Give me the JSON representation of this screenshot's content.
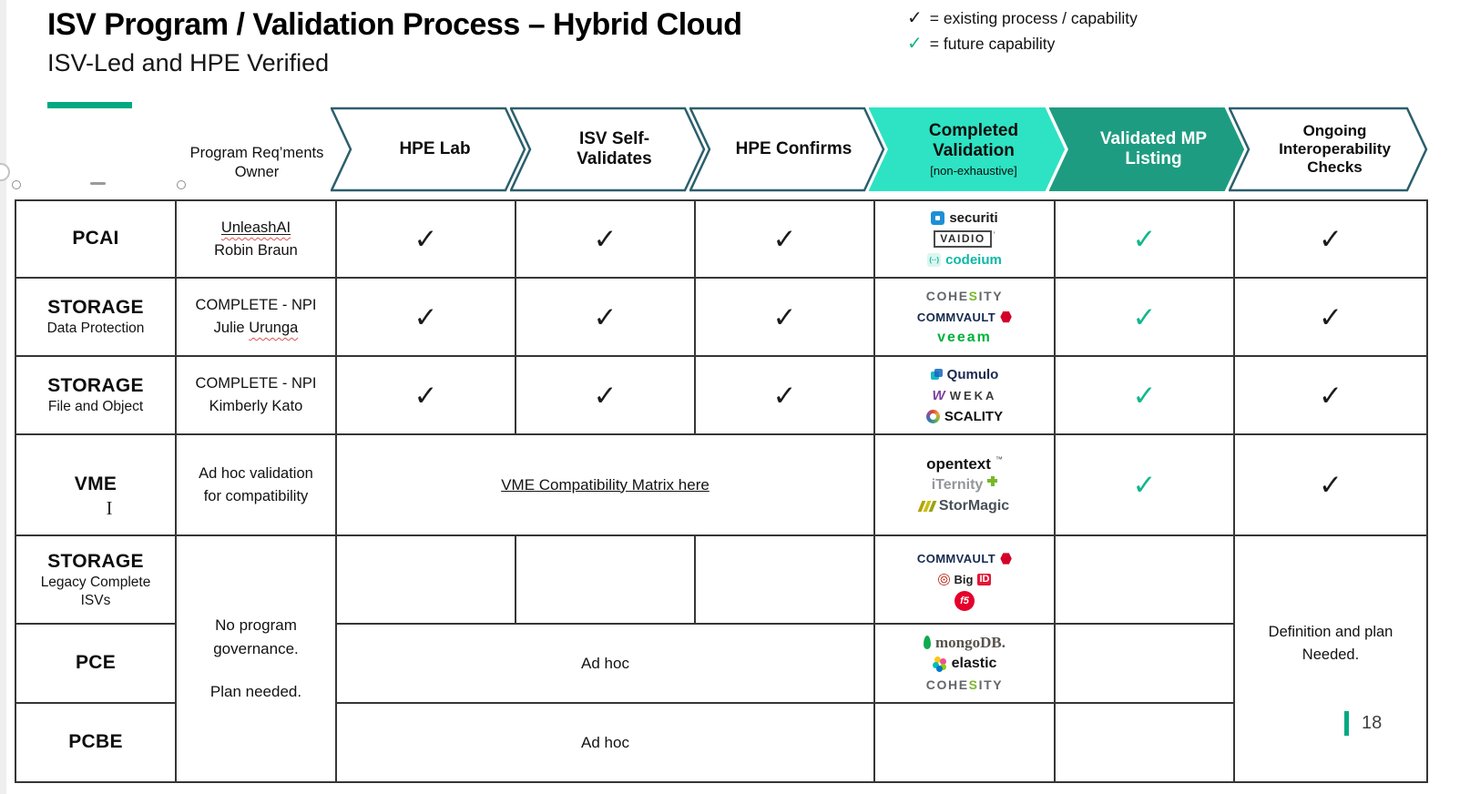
{
  "slide": {
    "title": "ISV Program / Validation Process – Hybrid Cloud",
    "subtitle": "ISV-Led and HPE Verified",
    "page_number": "18"
  },
  "legend": {
    "existing_label": "= existing process / capability",
    "future_label": "= future capability"
  },
  "icons": {
    "check": "✓",
    "text_cursor": "I",
    "codeium_icon": "(··)",
    "weka_icon": "W",
    "f5_icon": "f5"
  },
  "header": {
    "owner_col_line1": "Program Req’ments",
    "owner_col_line2": "Owner",
    "steps": {
      "hpe_lab": "HPE Lab",
      "isv_line1": "ISV Self-",
      "isv_line2": "Validates",
      "confirms": "HPE Confirms",
      "completed_line1": "Completed",
      "completed_line2": "Validation",
      "completed_note": "[non-exhaustive]",
      "mp_line1": "Validated MP",
      "mp_line2": "Listing",
      "ongoing_line1": "Ongoing",
      "ongoing_line2": "Interoperability",
      "ongoing_line3": "Checks"
    }
  },
  "rows": {
    "pcai": {
      "label": "PCAI",
      "owner_line1": "UnleashAI",
      "owner_line2": "Robin Braun"
    },
    "storage_dp": {
      "label": "STORAGE",
      "sublabel": "Data Protection",
      "owner_line1": "COMPLETE - NPI",
      "owner_line2a": "Julie",
      "owner_line2b": "Urunga"
    },
    "storage_fo": {
      "label": "STORAGE",
      "sublabel": "File and Object",
      "owner_line1": "COMPLETE - NPI",
      "owner_line2": "Kimberly Kato"
    },
    "vme": {
      "label": "VME",
      "owner_line1": "Ad hoc validation",
      "owner_line2": "for compatibility",
      "matrix_link": "VME Compatibility Matrix here"
    },
    "storage_legacy": {
      "label": "STORAGE",
      "sublabel_line1": "Legacy Complete",
      "sublabel_line2": "ISVs"
    },
    "pce": {
      "label": "PCE",
      "adhoc": "Ad hoc"
    },
    "pcbe": {
      "label": "PCBE",
      "adhoc": "Ad hoc"
    },
    "no_governance_line1": "No program",
    "no_governance_line2": "governance.",
    "no_governance_line3": "Plan needed.",
    "definition_line1": "Definition and plan",
    "definition_line2": "Needed."
  },
  "logos": {
    "securiti": "securiti",
    "vaidio": "VAIDIO",
    "vaidio_tm": "’",
    "codeium": "codeium",
    "cohesity_1": "COHE",
    "cohesity_2": "S",
    "cohesity_3": "ITY",
    "commvault": "COMMVAULT",
    "veeam": "veeam",
    "qumulo": "Qumulo",
    "weka": "WEKA",
    "scality": "SCALITY",
    "opentext": "opentext",
    "opentext_tm": "™",
    "iternity": "iTernity",
    "stormagic": "StorMagic",
    "bigid_1": "Big",
    "bigid_2": "ID",
    "mongodb": "mongoDB.",
    "elastic": "elastic"
  },
  "colors": {
    "hpe_green": "#01A982",
    "mint_chevron": "#2DE3C3",
    "teal_chevron": "#1E9C81",
    "chevron_outline": "#2B5F6D",
    "existing_check": "#1B1B1B",
    "future_check": "#13B78C",
    "table_border": "#363636"
  }
}
